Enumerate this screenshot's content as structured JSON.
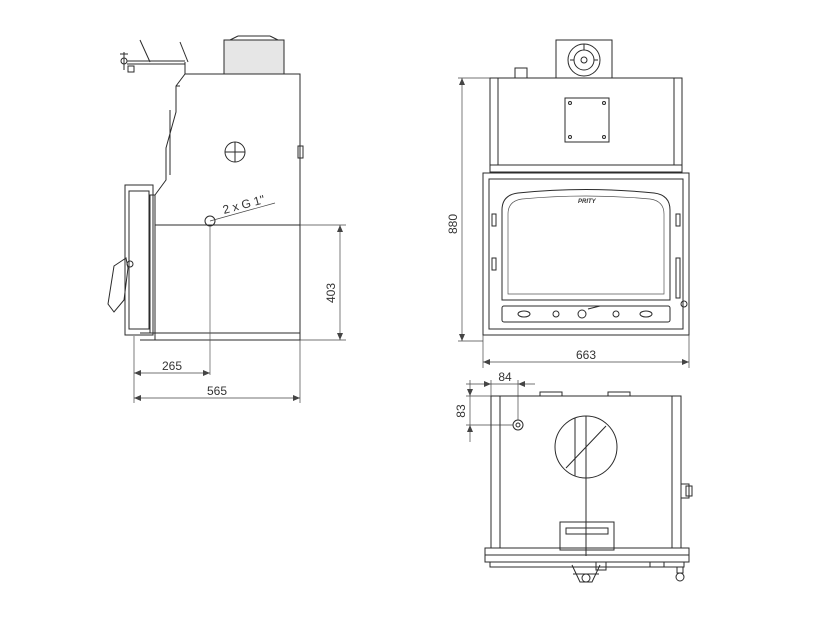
{
  "dimensions": {
    "side_depth_total": "565",
    "side_depth_partial": "265",
    "side_height": "403",
    "pipe_label": "2 x G 1\"",
    "front_height": "880",
    "front_width": "663",
    "top_offset_x": "84",
    "top_offset_y": "83"
  },
  "brand_mark": "PRITY"
}
